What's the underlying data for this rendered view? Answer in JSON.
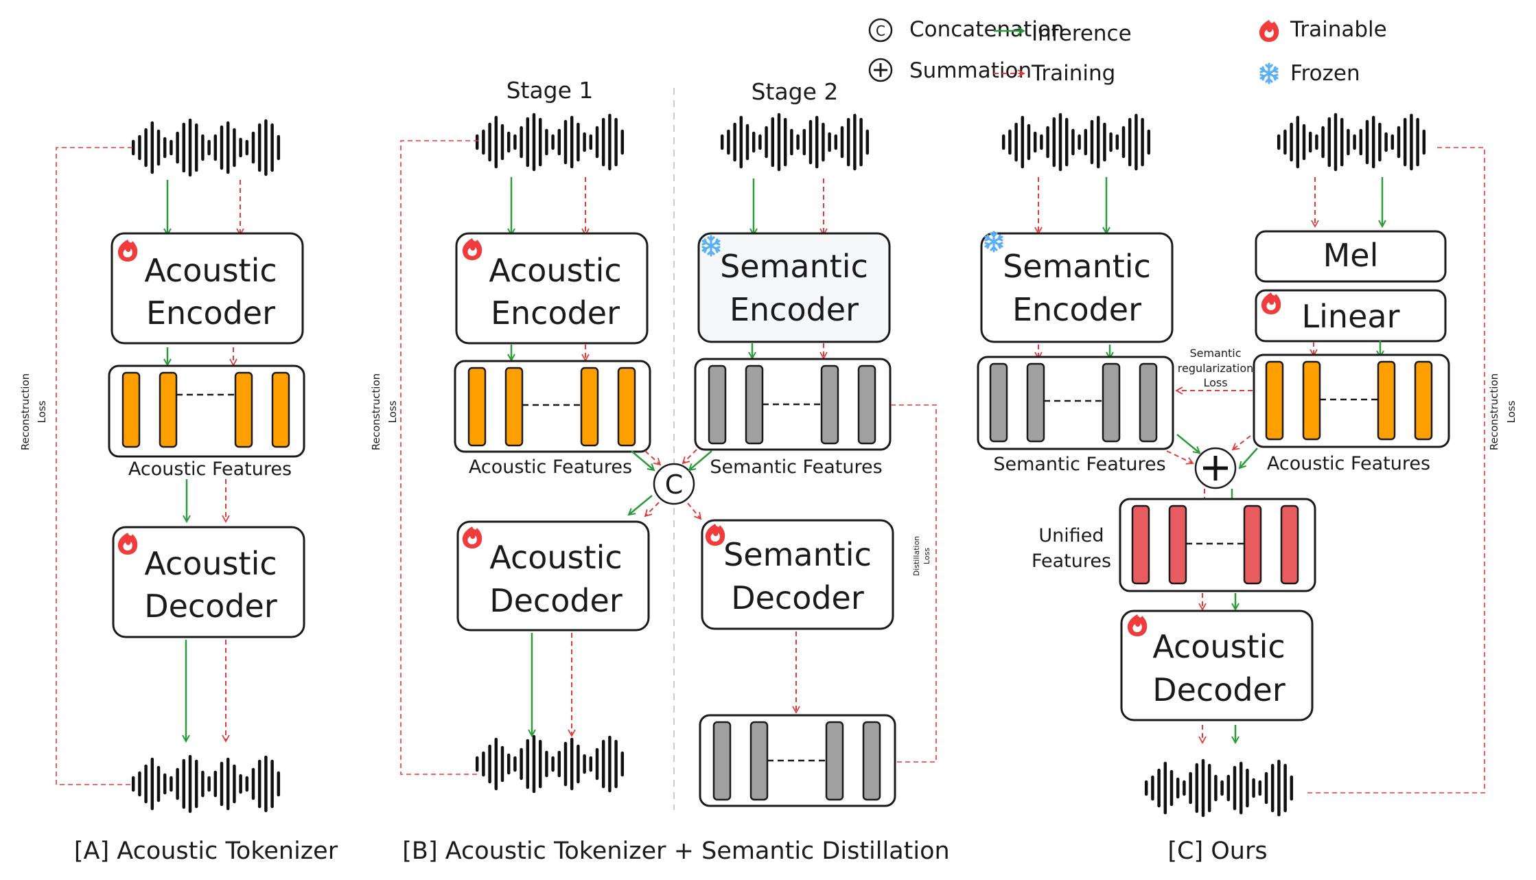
{
  "legend": {
    "concatenation": {
      "symbol": "C",
      "label": "Concatenation"
    },
    "summation": {
      "symbol": "+",
      "label": "Summation"
    },
    "inference": {
      "label": "Inference",
      "color": "#2a9a3a"
    },
    "training": {
      "label": "Training",
      "color": "#e03a3a"
    },
    "trainable": {
      "label": "Trainable",
      "icon": "flame-icon",
      "color": "#f03c3c"
    },
    "frozen": {
      "label": "Frozen",
      "icon": "snowflake-icon",
      "color": "#5ab0f5"
    }
  },
  "colors": {
    "acoustic_feature": "#ffa000",
    "semantic_feature": "#a0a0a0",
    "unified_feature": "#e85c60",
    "separator": "#c7cdd6"
  },
  "panel_a": {
    "caption": "[A] Acoustic Tokenizer",
    "encoder": {
      "line1": "Acoustic",
      "line2": "Encoder",
      "state": "trainable"
    },
    "features_label": "Acoustic Features",
    "decoder": {
      "line1": "Acoustic",
      "line2": "Decoder",
      "state": "trainable"
    },
    "loss": {
      "line1": "Reconstruction",
      "line2": "Loss"
    }
  },
  "panel_b": {
    "caption": "[B] Acoustic Tokenizer + Semantic Distillation",
    "stage1": {
      "title": "Stage 1",
      "encoder": {
        "line1": "Acoustic",
        "line2": "Encoder",
        "state": "trainable"
      },
      "features_label": "Acoustic Features",
      "decoder": {
        "line1": "Acoustic",
        "line2": "Decoder",
        "state": "trainable"
      },
      "loss": {
        "line1": "Reconstruction",
        "line2": "Loss"
      }
    },
    "stage2": {
      "title": "Stage 2",
      "encoder": {
        "line1": "Semantic",
        "line2": "Encoder",
        "state": "frozen"
      },
      "features_label": "Semantic Features",
      "decoder": {
        "line1": "Semantic",
        "line2": "Decoder",
        "state": "trainable"
      },
      "loss": {
        "line1": "Distillation",
        "line2": "Loss"
      }
    },
    "concat_symbol": "C"
  },
  "panel_c": {
    "caption": "[C] Ours",
    "semantic_encoder": {
      "line1": "Semantic",
      "line2": "Encoder",
      "state": "frozen"
    },
    "mel": {
      "label": "Mel"
    },
    "linear": {
      "label": "Linear",
      "state": "trainable"
    },
    "semantic_features_label": "Semantic Features",
    "acoustic_features_label": "Acoustic Features",
    "reg_loss": {
      "line1": "Semantic",
      "line2": "regularization",
      "line3": "Loss"
    },
    "unified_label": {
      "line1": "Unified",
      "line2": "Features"
    },
    "sum_symbol": "+",
    "decoder": {
      "line1": "Acoustic",
      "line2": "Decoder",
      "state": "trainable"
    },
    "loss": {
      "line1": "Reconstruction",
      "line2": "Loss"
    }
  }
}
